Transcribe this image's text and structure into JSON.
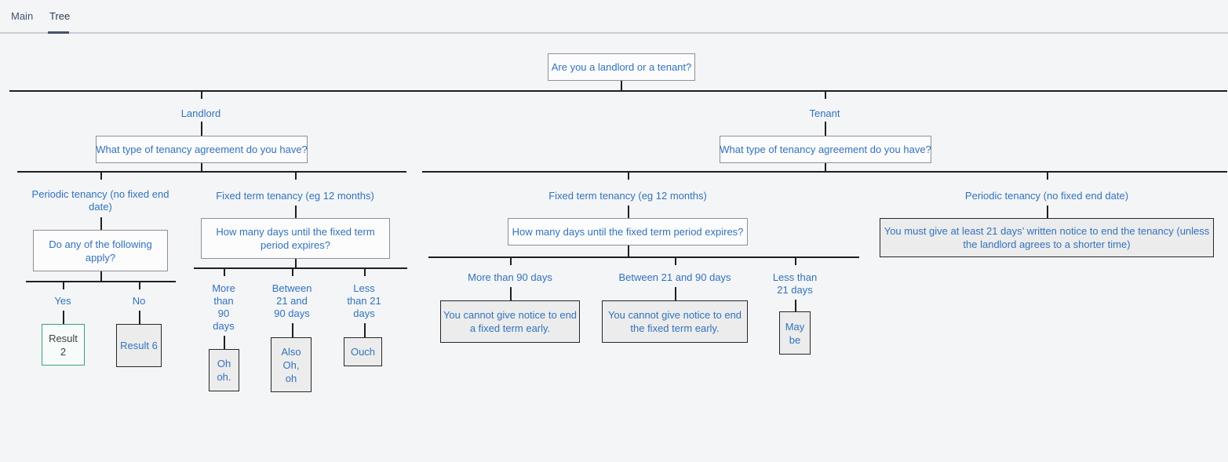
{
  "tabs": {
    "main": "Main",
    "tree": "Tree"
  },
  "colors": {
    "page-bg": "#f4f5f7",
    "blue": "#3172bd",
    "line": "#1f1f1f",
    "tab-text": "#42526e",
    "tab-active-text": "#2b3b52",
    "tab-underline": "#44546b",
    "tab-border": "#c9ced4",
    "qbox-bg": "#fcfcfd",
    "qbox-border": "#8d9096",
    "rbox-bg": "#ececed",
    "rbox-border": "#262626",
    "green-border": "#36a27b",
    "green-bg": "#f7fbf9",
    "green-text": "#3c4247"
  },
  "tree": {
    "root": {
      "question": "Are you a landlord or a tenant?"
    },
    "landlord": {
      "label": "Landlord",
      "question": "What type of tenancy agreement do you have?",
      "periodic": {
        "label": "Periodic tenancy (no fixed end date)",
        "question": "Do any of the following apply?",
        "yes": {
          "label": "Yes",
          "result": "Result 2"
        },
        "no": {
          "label": "No",
          "result": "Result 6"
        }
      },
      "fixed": {
        "label": "Fixed term tenancy (eg 12 months)",
        "question": "How many days until the fixed term period expires?",
        "more90": {
          "label": "More than 90 days",
          "result": "Oh oh."
        },
        "between": {
          "label": "Between 21 and 90 days",
          "result": "Also Oh, oh"
        },
        "less21": {
          "label": "Less than 21 days",
          "result": "Ouch"
        }
      }
    },
    "tenant": {
      "label": "Tenant",
      "question": "What type of tenancy agreement do you have?",
      "fixed": {
        "label": "Fixed term tenancy (eg 12 months)",
        "question": "How many days until the fixed term period expires?",
        "more90": {
          "label": "More than 90 days",
          "result": "You cannot give notice to end a fixed term early."
        },
        "between": {
          "label": "Between 21 and 90 days",
          "result": "You cannot give notice to end the fixed term early."
        },
        "less21": {
          "label": "Less than 21 days",
          "result": "May be"
        }
      },
      "periodic": {
        "label": "Periodic tenancy (no fixed end date)",
        "result": "You must give at least 21 days’ written notice to end the tenancy (unless the landlord agrees to a shorter time)"
      }
    }
  }
}
